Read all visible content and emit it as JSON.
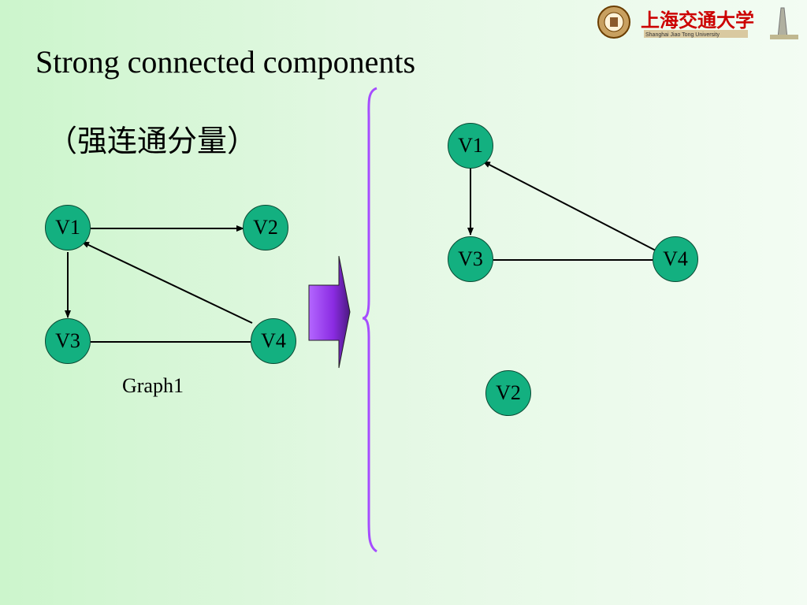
{
  "slide": {
    "title": "Strong connected components",
    "subtitle": "（强连通分量）",
    "caption": "Graph1"
  },
  "logo": {
    "text": "上海交通大学",
    "sub_text": "Shanghai Jiao Tong University"
  },
  "graph1": {
    "nodes": [
      "V1",
      "V2",
      "V3",
      "V4"
    ],
    "edges": [
      {
        "from": "V1",
        "to": "V2",
        "directed": true
      },
      {
        "from": "V1",
        "to": "V3",
        "directed": true
      },
      {
        "from": "V4",
        "to": "V1",
        "directed": true
      },
      {
        "from": "V3",
        "to": "V4",
        "directed": false
      }
    ]
  },
  "components": {
    "component_1": {
      "nodes": [
        "V1",
        "V3",
        "V4"
      ],
      "edges": [
        {
          "from": "V1",
          "to": "V3",
          "directed": true
        },
        {
          "from": "V4",
          "to": "V1",
          "directed": true
        },
        {
          "from": "V3",
          "to": "V4",
          "directed": false
        }
      ]
    },
    "component_2": {
      "nodes": [
        "V2"
      ]
    }
  },
  "colors": {
    "node_fill": "#13b080",
    "arrow_fill": "#9933ff",
    "brace": "#a64dff",
    "logo_red": "#cc0000"
  }
}
